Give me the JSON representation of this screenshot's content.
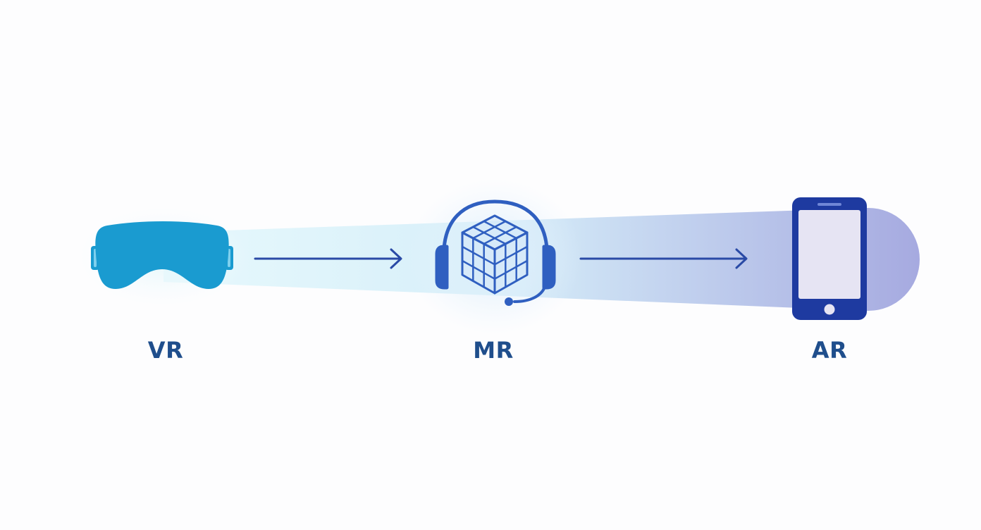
{
  "diagram": {
    "nodes": [
      {
        "id": "vr",
        "label": "VR",
        "icon": "vr-headset-icon",
        "color": "#1a9bd0"
      },
      {
        "id": "mr",
        "label": "MR",
        "icon": "headset-cube-icon",
        "color": "#2f5fc0"
      },
      {
        "id": "ar",
        "label": "AR",
        "icon": "smartphone-icon",
        "color": "#1e3aa0"
      }
    ],
    "edges": [
      {
        "from": "vr",
        "to": "mr"
      },
      {
        "from": "mr",
        "to": "ar"
      }
    ],
    "colors": {
      "label": "#1f4e8c",
      "arrow": "#2a4aa6",
      "band_start": "#d8f3fa",
      "band_end": "#a9ade2"
    }
  }
}
